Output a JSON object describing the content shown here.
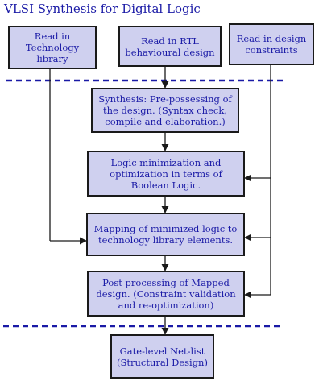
{
  "title": "VLSI Synthesis for Digital Logic",
  "boxes": {
    "read_tech_library": "Read in Technology library",
    "read_rtl": "Read in RTL behavioural design",
    "read_constraints": "Read in design constraints",
    "synthesis": "Synthesis: Pre-possessing of the design. (Syntax check, compile and elaboration.)",
    "logic_min": "Logic minimization and optimization in terms of Boolean Logic.",
    "mapping": "Mapping of minimized logic to technology library elements.",
    "post_processing": "Post processing of Mapped design. (Constraint validation and re-optimization)",
    "gate_level": "Gate-level Net-list (Structural Design)"
  },
  "colors": {
    "box_fill": "#cfd0ef",
    "text": "#1a1aa6",
    "border": "#1a1a1a",
    "dashed_line": "#1a1aa6"
  }
}
